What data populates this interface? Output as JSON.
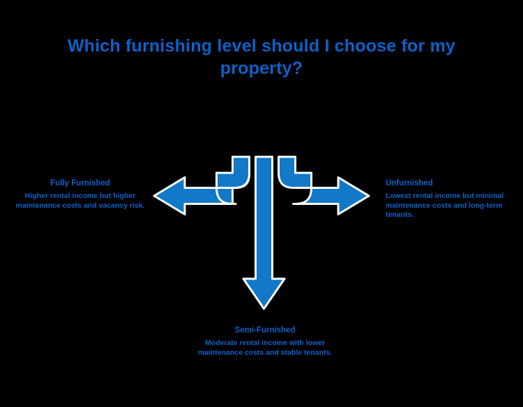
{
  "background_color": "#000000",
  "accent_color": "#1278c8",
  "text_color": "#0c62c9",
  "title": "Which furnishing level should I choose for my property?",
  "branches": {
    "left": {
      "heading": "Fully Furnished",
      "description": "Higher rental income but higher maintenance costs and vacancy risk.",
      "arrow": "left-curved-arrow"
    },
    "right": {
      "heading": "Unfurnished",
      "description": "Lowest rental income but minimal maintenance costs and long-term tenants.",
      "arrow": "right-curved-arrow"
    },
    "bottom": {
      "heading": "Semi-Furnished",
      "description": "Moderate rental income with lower maintenance costs and stable tenants.",
      "arrow": "down-straight-arrow"
    }
  }
}
